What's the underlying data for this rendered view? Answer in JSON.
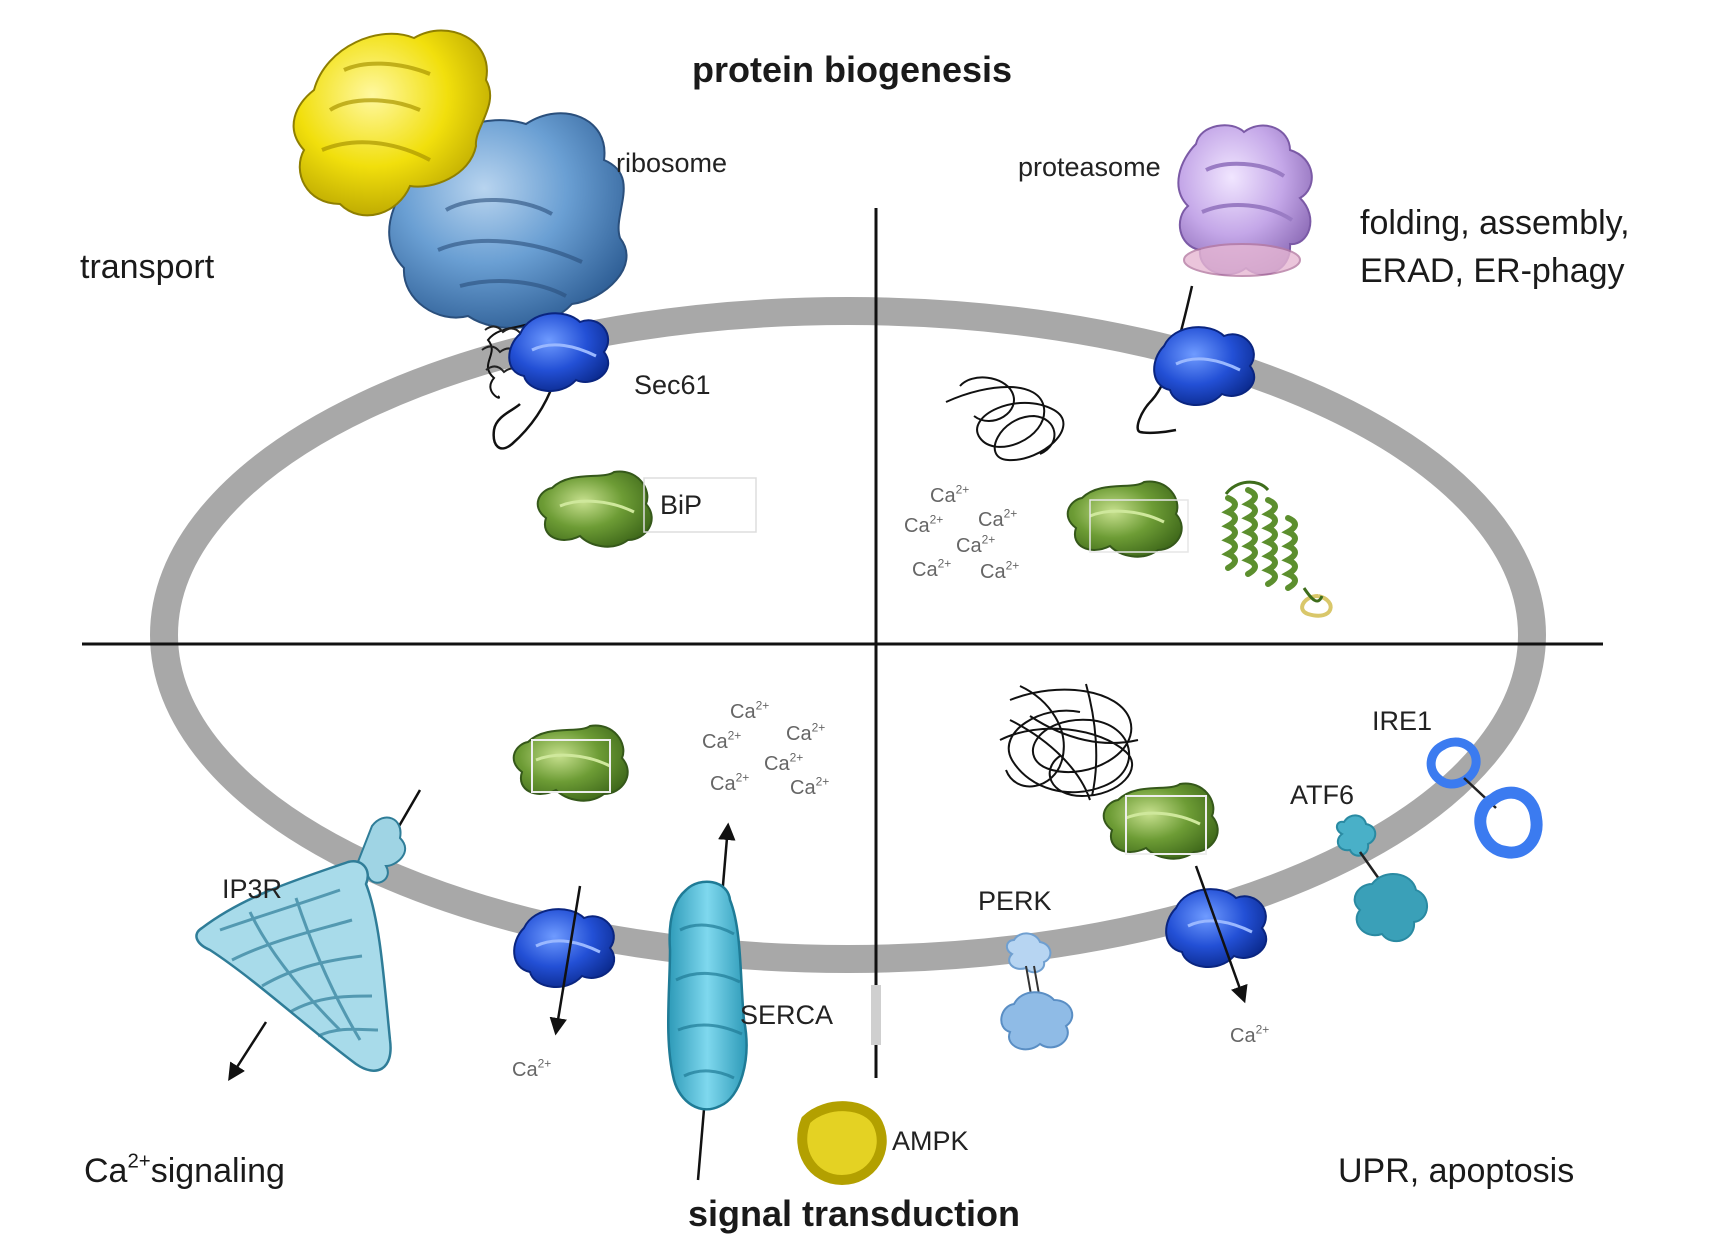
{
  "titles": {
    "top": "protein biogenesis",
    "bottom": "signal transduction"
  },
  "quadrants": {
    "top_left": "transport",
    "top_right_line1": "folding, assembly,",
    "top_right_line2": "ERAD, ER-phagy",
    "bottom_left_prefix": "Ca",
    "bottom_left_sup": "2+",
    "bottom_left_suffix": "signaling",
    "bottom_right": "UPR, apoptosis"
  },
  "proteins": {
    "ribosome": "ribosome",
    "proteasome": "proteasome",
    "sec61": "Sec61",
    "bip": "BiP",
    "ip3r": "IP3R",
    "serca": "SERCA",
    "ampk": "AMPK",
    "perk": "PERK",
    "atf6": "ATF6",
    "ire1": "IRE1"
  },
  "ion": {
    "base": "Ca",
    "charge": "2+"
  },
  "colors": {
    "membrane": "#a6a6a6",
    "ribosome_large": "#f4e30a",
    "ribosome_small": "#5b8fc7",
    "sec61": "#1f4fd1",
    "bip": "#6a9a3a",
    "proteasome": "#c3a6e6",
    "serca": "#5cc2dc",
    "ip3r": "#9fd4e4",
    "ampk": "#c9b80e",
    "ire1": "#3b7bf0",
    "atf6": "#3aa0b8",
    "perk": "#8fbbe6"
  }
}
